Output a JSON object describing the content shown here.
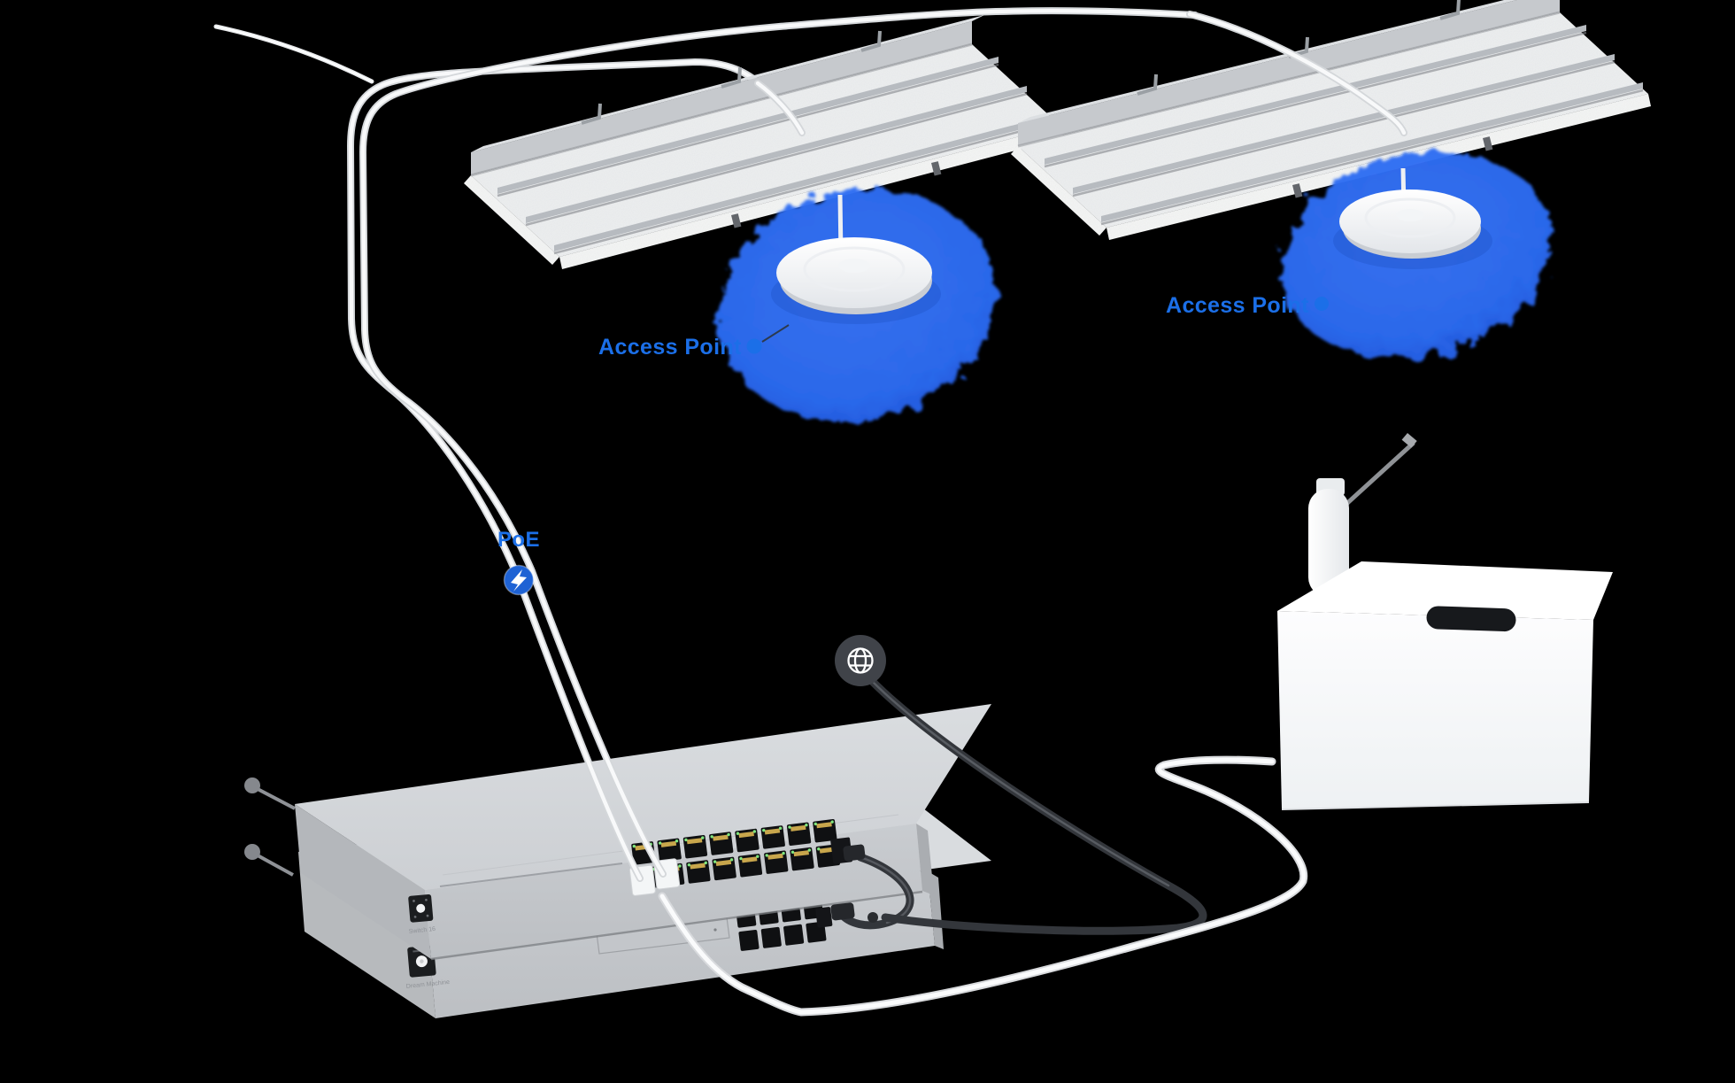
{
  "scene": {
    "background": "#000000",
    "labels": {
      "access_point_left": "Access Point",
      "access_point_right": "Access Point",
      "poe": "PoE"
    },
    "devices": {
      "access_point_left": {
        "type": "ceiling-mounted wireless access point"
      },
      "access_point_right": {
        "type": "ceiling-mounted wireless access point"
      },
      "switch": {
        "front_label": "Switch 16",
        "port_count": 16,
        "port_rows": 2
      },
      "gateway": {
        "front_label": "Dream Machine",
        "lan_port_count": 8,
        "port_rows": 2,
        "wan_port_count": 1
      },
      "isp_box": {
        "type": "internet service box"
      },
      "lte_antenna": {
        "type": "backup antenna"
      }
    },
    "icons": {
      "poe_badge": "lightning-bolt",
      "internet": "globe"
    },
    "colors": {
      "label_blue": "#1b6fe8",
      "halo_blue": "#2c6cf2",
      "poe_badge_blue": "#1e62d4",
      "globe_gray": "#404349",
      "cable_white": "#f7f8f9",
      "cable_dark": "#33363b",
      "device_gray": "#cdd0d4"
    }
  }
}
